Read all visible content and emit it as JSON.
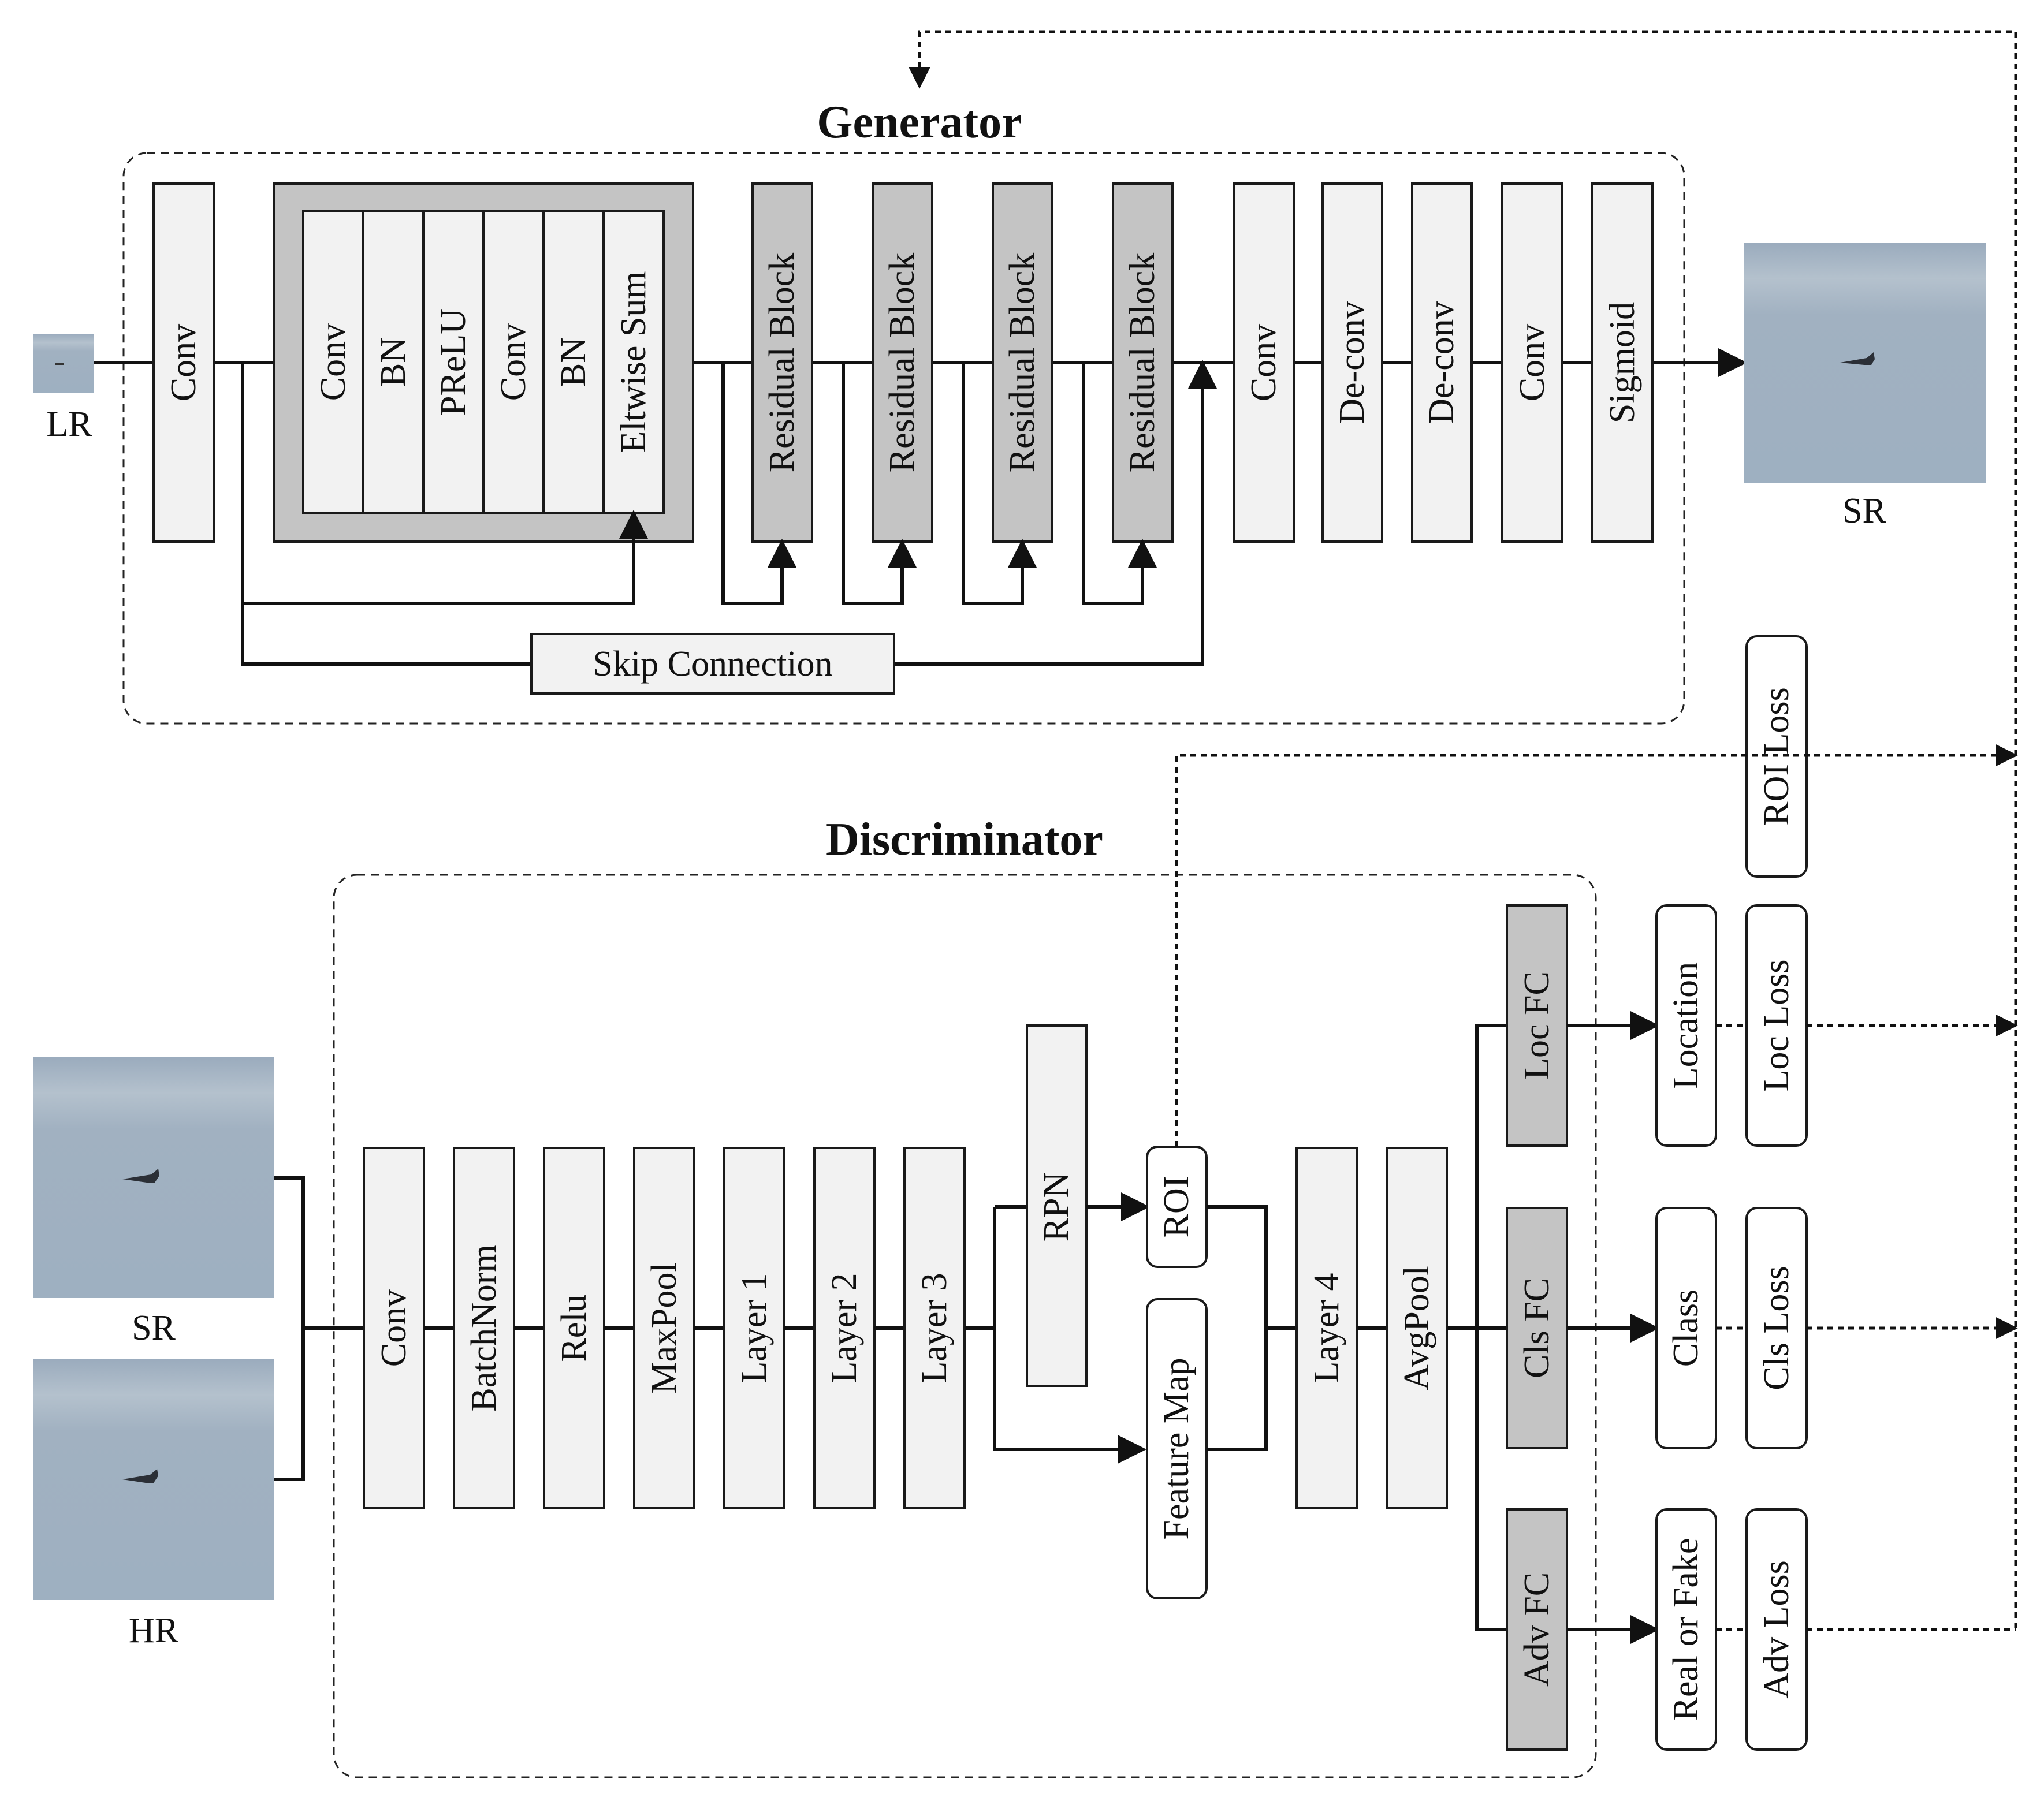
{
  "generator": {
    "title": "Generator",
    "input_label": "LR",
    "output_label": "SR",
    "blocks": {
      "conv_in": "Conv",
      "res_inner": [
        "Conv",
        "BN",
        "PReLU",
        "Conv",
        "BN",
        "Eltwise Sum"
      ],
      "residual": [
        "Residual Block",
        "Residual Block",
        "Residual Block",
        "Residual Block"
      ],
      "tail": [
        "Conv",
        "De-conv",
        "De-conv",
        "Conv",
        "Sigmoid"
      ]
    },
    "skip_label": "Skip Connection"
  },
  "discriminator": {
    "title": "Discriminator",
    "inputs": [
      "SR",
      "HR"
    ],
    "backbone": [
      "Conv",
      "BatchNorm",
      "Relu",
      "MaxPool",
      "Layer 1",
      "Layer 2",
      "Layer 3"
    ],
    "rpn": "RPN",
    "roi": "ROI",
    "feature_map": "Feature Map",
    "head": [
      "Layer 4",
      "AvgPool"
    ],
    "fc": [
      "Loc FC",
      "Cls FC",
      "Adv FC"
    ],
    "outputs": [
      "Location",
      "Class",
      "Real or Fake"
    ]
  },
  "losses": [
    "ROI Loss",
    "Loc Loss",
    "Cls Loss",
    "Adv Loss"
  ]
}
